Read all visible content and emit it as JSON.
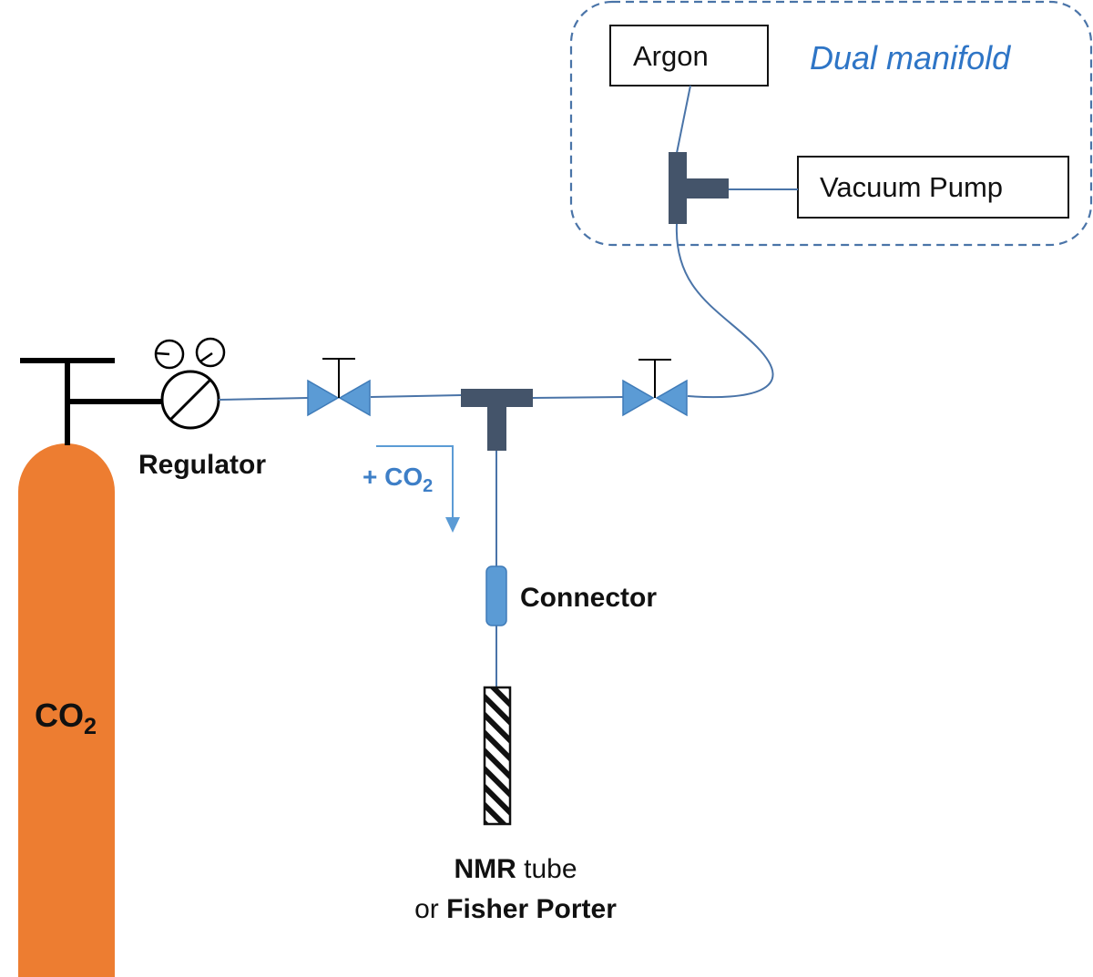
{
  "colors": {
    "tube": "#4a74a8",
    "valve_fill": "#5b9bd5",
    "valve_stroke": "#3f7bb8",
    "tee_fill": "#44546a",
    "cylinder": "#ed7d31",
    "manifold_border": "#4a74a8",
    "manifold_label": "#2e75c6",
    "flow_arrow": "#5b9bd5"
  },
  "manifold": {
    "title": "Dual manifold",
    "argon_label": "Argon",
    "vacuum_label": "Vacuum Pump"
  },
  "cylinder": {
    "label_main": "CO",
    "label_sub": "2"
  },
  "regulator": {
    "label": "Regulator"
  },
  "flow": {
    "label_prefix": "+ CO",
    "label_sub": "2"
  },
  "connector": {
    "label": "Connector"
  },
  "vessel": {
    "label_line1_bold": "NMR",
    "label_line1_rest": " tube",
    "label_line2_pre": "or ",
    "label_line2_bold": "Fisher Porter"
  }
}
